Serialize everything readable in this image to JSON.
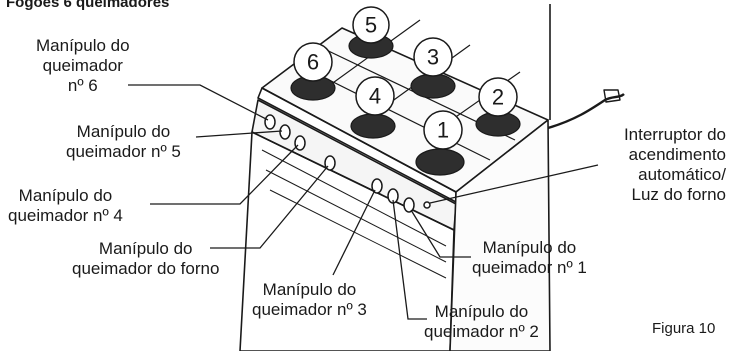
{
  "title": "Fogões 6 queimadores",
  "figure_caption": "Figura 10",
  "burner_numbers": [
    "1",
    "2",
    "3",
    "4",
    "5",
    "6"
  ],
  "labels": {
    "knob6": [
      "Manípulo do",
      "queimador",
      "nº 6"
    ],
    "knob5": [
      "Manípulo do",
      "queimador nº 5"
    ],
    "knob4": [
      "Manípulo do",
      "queimador nº 4"
    ],
    "oven": [
      "Manípulo do",
      "queimador do forno"
    ],
    "knob3": [
      "Manípulo do",
      "queimador nº 3"
    ],
    "knob2": [
      "Manípulo do",
      "queimador nº 2"
    ],
    "knob1": [
      "Manípulo do",
      "queimador nº 1"
    ],
    "ignition": [
      "Interruptor do",
      "acendimento",
      "automático/",
      "Luz do forno"
    ]
  }
}
